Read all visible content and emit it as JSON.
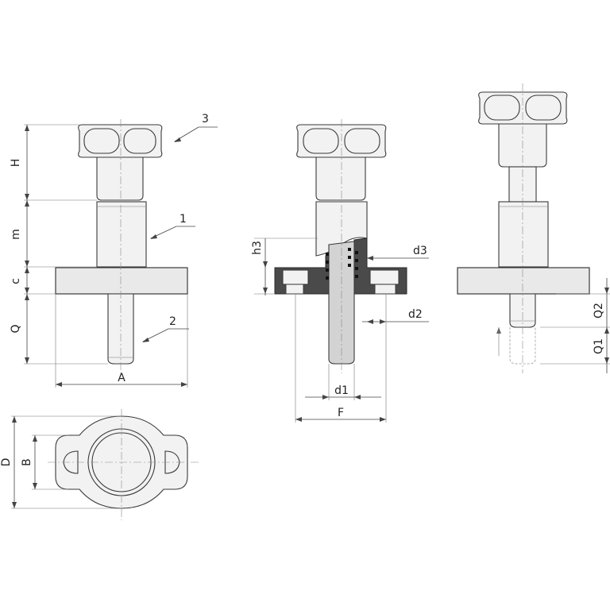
{
  "labels": {
    "H": "H",
    "m": "m",
    "c": "c",
    "Q": "Q",
    "A": "A",
    "part1": "1",
    "part2": "2",
    "part3": "3",
    "h3": "h3",
    "d3": "d3",
    "d2": "d2",
    "d1": "d1",
    "F": "F",
    "Q2": "Q2",
    "Q1": "Q1",
    "D": "D",
    "B": "B"
  }
}
